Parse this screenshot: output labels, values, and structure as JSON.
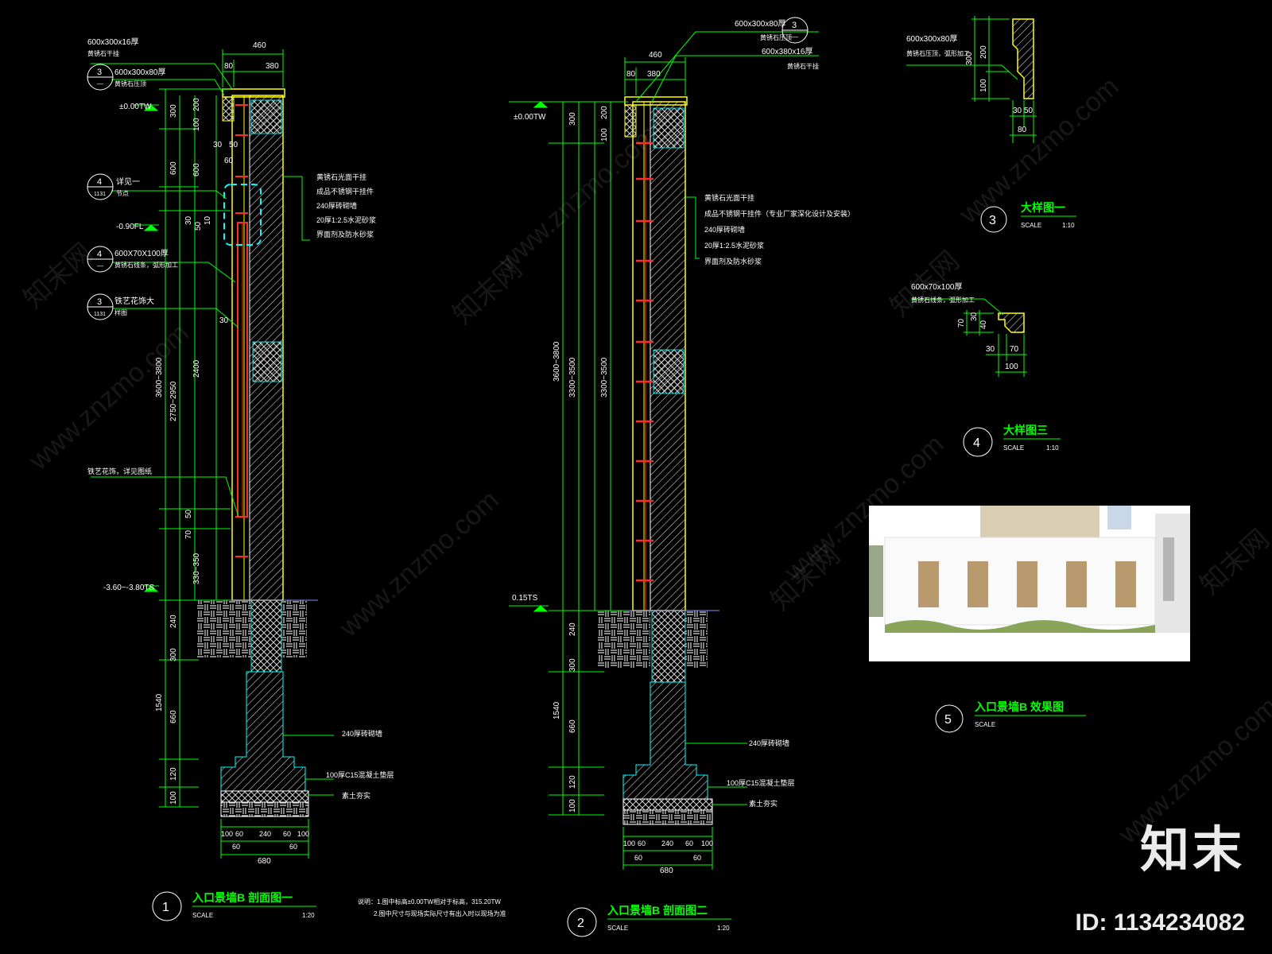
{
  "colors": {
    "background": "#000000",
    "dim_line": "#00ff00",
    "outline": "#ffff00",
    "hatch": "#ffffff",
    "rebar": "#ff2a2a",
    "callout": "#00ffff",
    "title": "#00ff00"
  },
  "watermarks": {
    "site": "www.znzmo.com",
    "name": "知末网"
  },
  "brand": {
    "logo": "知末",
    "id": "ID: 1134234082"
  },
  "section1": {
    "top_note_a": "600x300x16厚",
    "top_note_a2": "黄锈石干挂",
    "dim_460": "460",
    "dim_80": "80",
    "dim_380": "380",
    "tag1_num": "3",
    "tag1_ref": "—",
    "tag1_note": "600x300x80厚",
    "tag1_note2": "黄锈石压顶",
    "level_top": "±0.00TW",
    "dims_left": [
      "300",
      "600",
      "2400",
      "50",
      "70",
      "330~350"
    ],
    "dims_small": [
      "200",
      "100",
      "30",
      "50",
      "60",
      "30",
      "50",
      "10"
    ],
    "dim_total": "3600~3800",
    "dim_mid": "2750~2950",
    "tag2_num": "4",
    "tag2_ref": "1131",
    "tag2_note": "详见一",
    "tag2_note2": "节点",
    "level_mid": "-0.90FL",
    "tag3_num": "4",
    "tag3_ref": "—",
    "tag3_note": "600X70X100厚",
    "tag3_note2": "黄锈石线条，弧形加工",
    "tag4_num": "3",
    "tag4_ref": "1131",
    "tag4_note": "铁艺花饰大",
    "tag4_note2": "样图",
    "dim_30": "30",
    "layers": [
      "黄锈石光面干挂",
      "成品不锈钢干挂件",
      "240厚砖砌墙",
      "20厚1:2.5水泥砂浆",
      "界面剂及防水砂浆"
    ],
    "note_lower": "铁艺花饰，详见图纸",
    "level_bottom": "-3.60~-3.80TS",
    "found_dims": [
      "240",
      "300",
      "660",
      "120",
      "100"
    ],
    "found_total": "1540",
    "found_notes": [
      "240厚砖砌墙",
      "100厚C15混凝土垫层",
      "素土夯实"
    ],
    "base_dims": [
      "100",
      "60",
      "240",
      "60",
      "100"
    ],
    "base_sub": [
      "60",
      "60"
    ],
    "base_total": "680",
    "title_num": "1",
    "title": "入口景墙B 剖面图一",
    "scale_label": "SCALE",
    "scale": "1:20",
    "remarks": "说明：1.图中标高±0.00TW相对于标高，315.20TW",
    "remarks2": "2.图中尺寸与现场实际尺寸有出入时以现场为准"
  },
  "section2": {
    "tag_num": "3",
    "tag_ref": "—",
    "top_note_a": "600x300x80厚",
    "top_note_a2": "黄锈石压顶",
    "top_note_b": "600x380x16厚",
    "top_note_b2": "黄锈石干挂",
    "dim_460": "460",
    "dim_80": "80",
    "dim_380": "380",
    "level_top": "±0.00TW",
    "dims_small": [
      "300",
      "200",
      "100"
    ],
    "dim_total": "3600~3800",
    "dim_a": "3300~3500",
    "dim_b": "3300~3500",
    "layers": [
      "黄锈石光面干挂",
      "成品不锈钢干挂件（专业厂家深化设计及安装）",
      "240厚砖砌墙",
      "20厚1:2.5水泥砂浆",
      "界面剂及防水砂浆"
    ],
    "level_bottom": "0.15TS",
    "found_dims": [
      "240",
      "300",
      "660",
      "120",
      "100"
    ],
    "found_total": "1540",
    "found_notes": [
      "240厚砖砌墙",
      "100厚C15混凝土垫层",
      "素土夯实"
    ],
    "base_dims": [
      "100",
      "60",
      "240",
      "60",
      "100"
    ],
    "base_sub": [
      "60",
      "60"
    ],
    "base_total": "680",
    "title_num": "2",
    "title": "入口景墙B 剖面图二",
    "scale_label": "SCALE",
    "scale": "1:20"
  },
  "detail3": {
    "note": "600x300x80厚",
    "note2": "黄锈石压顶，弧形加工",
    "dims": [
      "300",
      "200",
      "100",
      "30",
      "50",
      "80"
    ],
    "title_num": "3",
    "title": "大样图一",
    "scale_label": "SCALE",
    "scale": "1:10"
  },
  "detail4": {
    "note": "600x70x100厚",
    "note2": "黄锈石线条，弧形加工",
    "dims": [
      "70",
      "30",
      "40",
      "30",
      "70",
      "100"
    ],
    "title_num": "4",
    "title": "大样图三",
    "scale_label": "SCALE",
    "scale": "1:10"
  },
  "render5": {
    "title_num": "5",
    "title": "入口景墙B 效果图",
    "scale_label": "SCALE"
  }
}
